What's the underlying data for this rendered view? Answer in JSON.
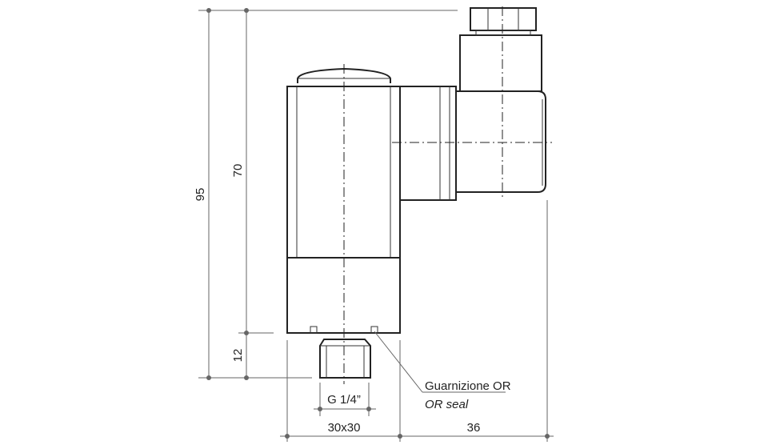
{
  "dimensions": {
    "overall_height": "95",
    "body_height": "70",
    "thread_length": "12",
    "thread": "G 1/4”",
    "body_width": "30x30",
    "connector_offset": "36"
  },
  "callout": {
    "label_it": "Guarnizione OR",
    "label_en": "OR seal"
  },
  "colors": {
    "line": "#222222",
    "dimension": "#666666"
  }
}
